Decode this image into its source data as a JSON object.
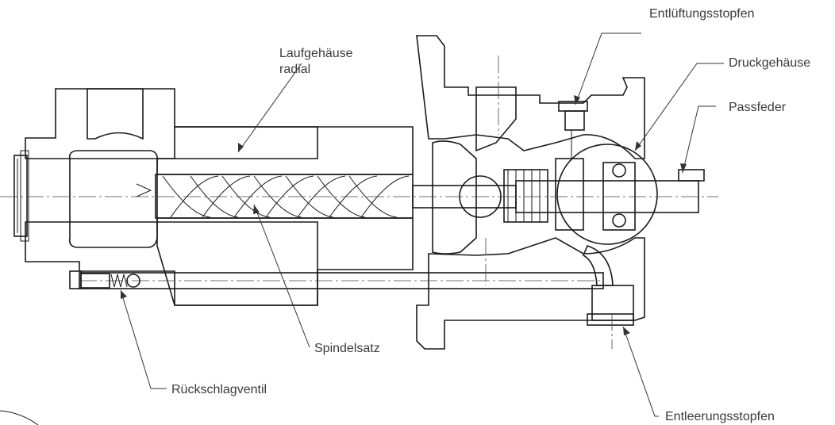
{
  "labels": {
    "entlueftungsstopfen": "Entlüftungsstopfen",
    "druckgehaeuse": "Druckgehäuse",
    "laufgehaeuse_line1": "Laufgehäuse",
    "laufgehaeuse_line2": "radial",
    "passfeder": "Passfeder",
    "spindelsatz": "Spindelsatz",
    "rueckschlagventil": "Rückschlagventil",
    "entleerungsstopfen": "Entleerungsstopfen"
  }
}
